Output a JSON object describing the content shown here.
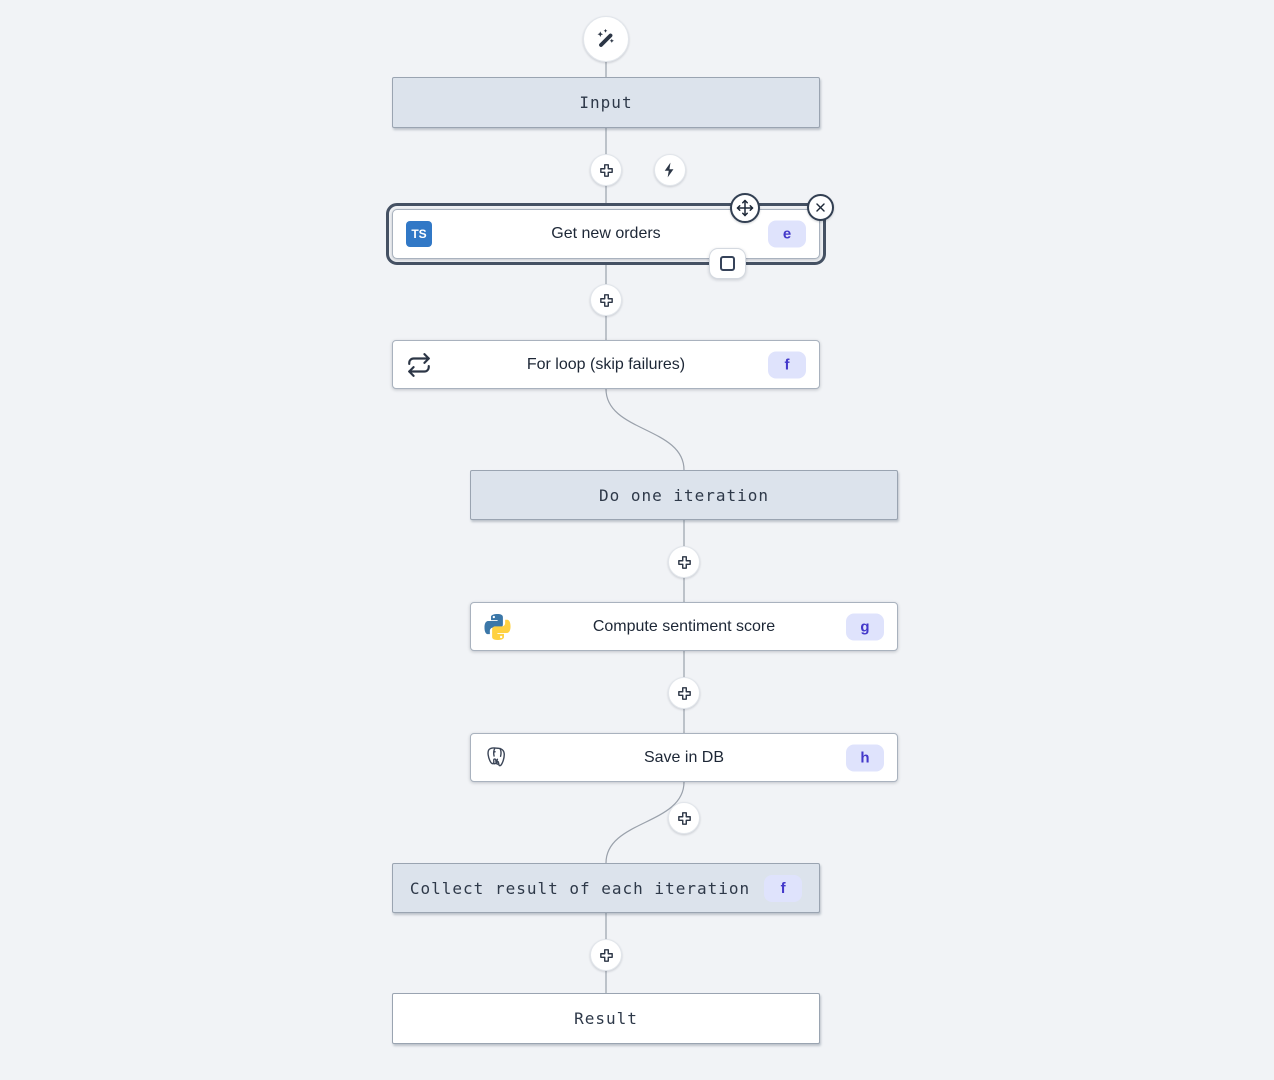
{
  "colors": {
    "canvas_bg": "#f1f3f6",
    "virtual_node_bg": "#dce3ec",
    "virtual_node_border": "#9aa4b1",
    "step_node_bg": "#ffffff",
    "selection_ring": "#455163",
    "badge_bg": "#dfe3fc",
    "badge_text": "#4338ca",
    "typescript_blue": "#3178c6",
    "python_blue": "#3b77a8",
    "python_yellow": "#ffd141",
    "edge": "#9aa1ab",
    "icon_dark": "#2c3646"
  },
  "icons": {
    "top": "wand-sparkles-icon",
    "insert": "plus-icon",
    "trigger": "lightning-bolt-icon",
    "selected_move": "move-icon",
    "selected_close": "close-icon",
    "selected_checkbox": "checkbox-icon",
    "loop": "repeat-icon",
    "typescript": "typescript-icon",
    "python": "python-icon",
    "postgresql": "postgresql-icon"
  },
  "flow": {
    "input": {
      "label": "Input"
    },
    "get_new_orders": {
      "label": "Get new orders",
      "badge": "e",
      "lang_label": "TS"
    },
    "for_loop": {
      "label": "For loop (skip failures)",
      "badge": "f"
    },
    "do_one_iteration": {
      "label": "Do one iteration"
    },
    "compute_sentiment": {
      "label": "Compute sentiment score",
      "badge": "g"
    },
    "save_in_db": {
      "label": "Save in DB",
      "badge": "h"
    },
    "collect_result": {
      "label": "Collect result of each iteration",
      "badge": "f"
    },
    "result": {
      "label": "Result"
    }
  }
}
